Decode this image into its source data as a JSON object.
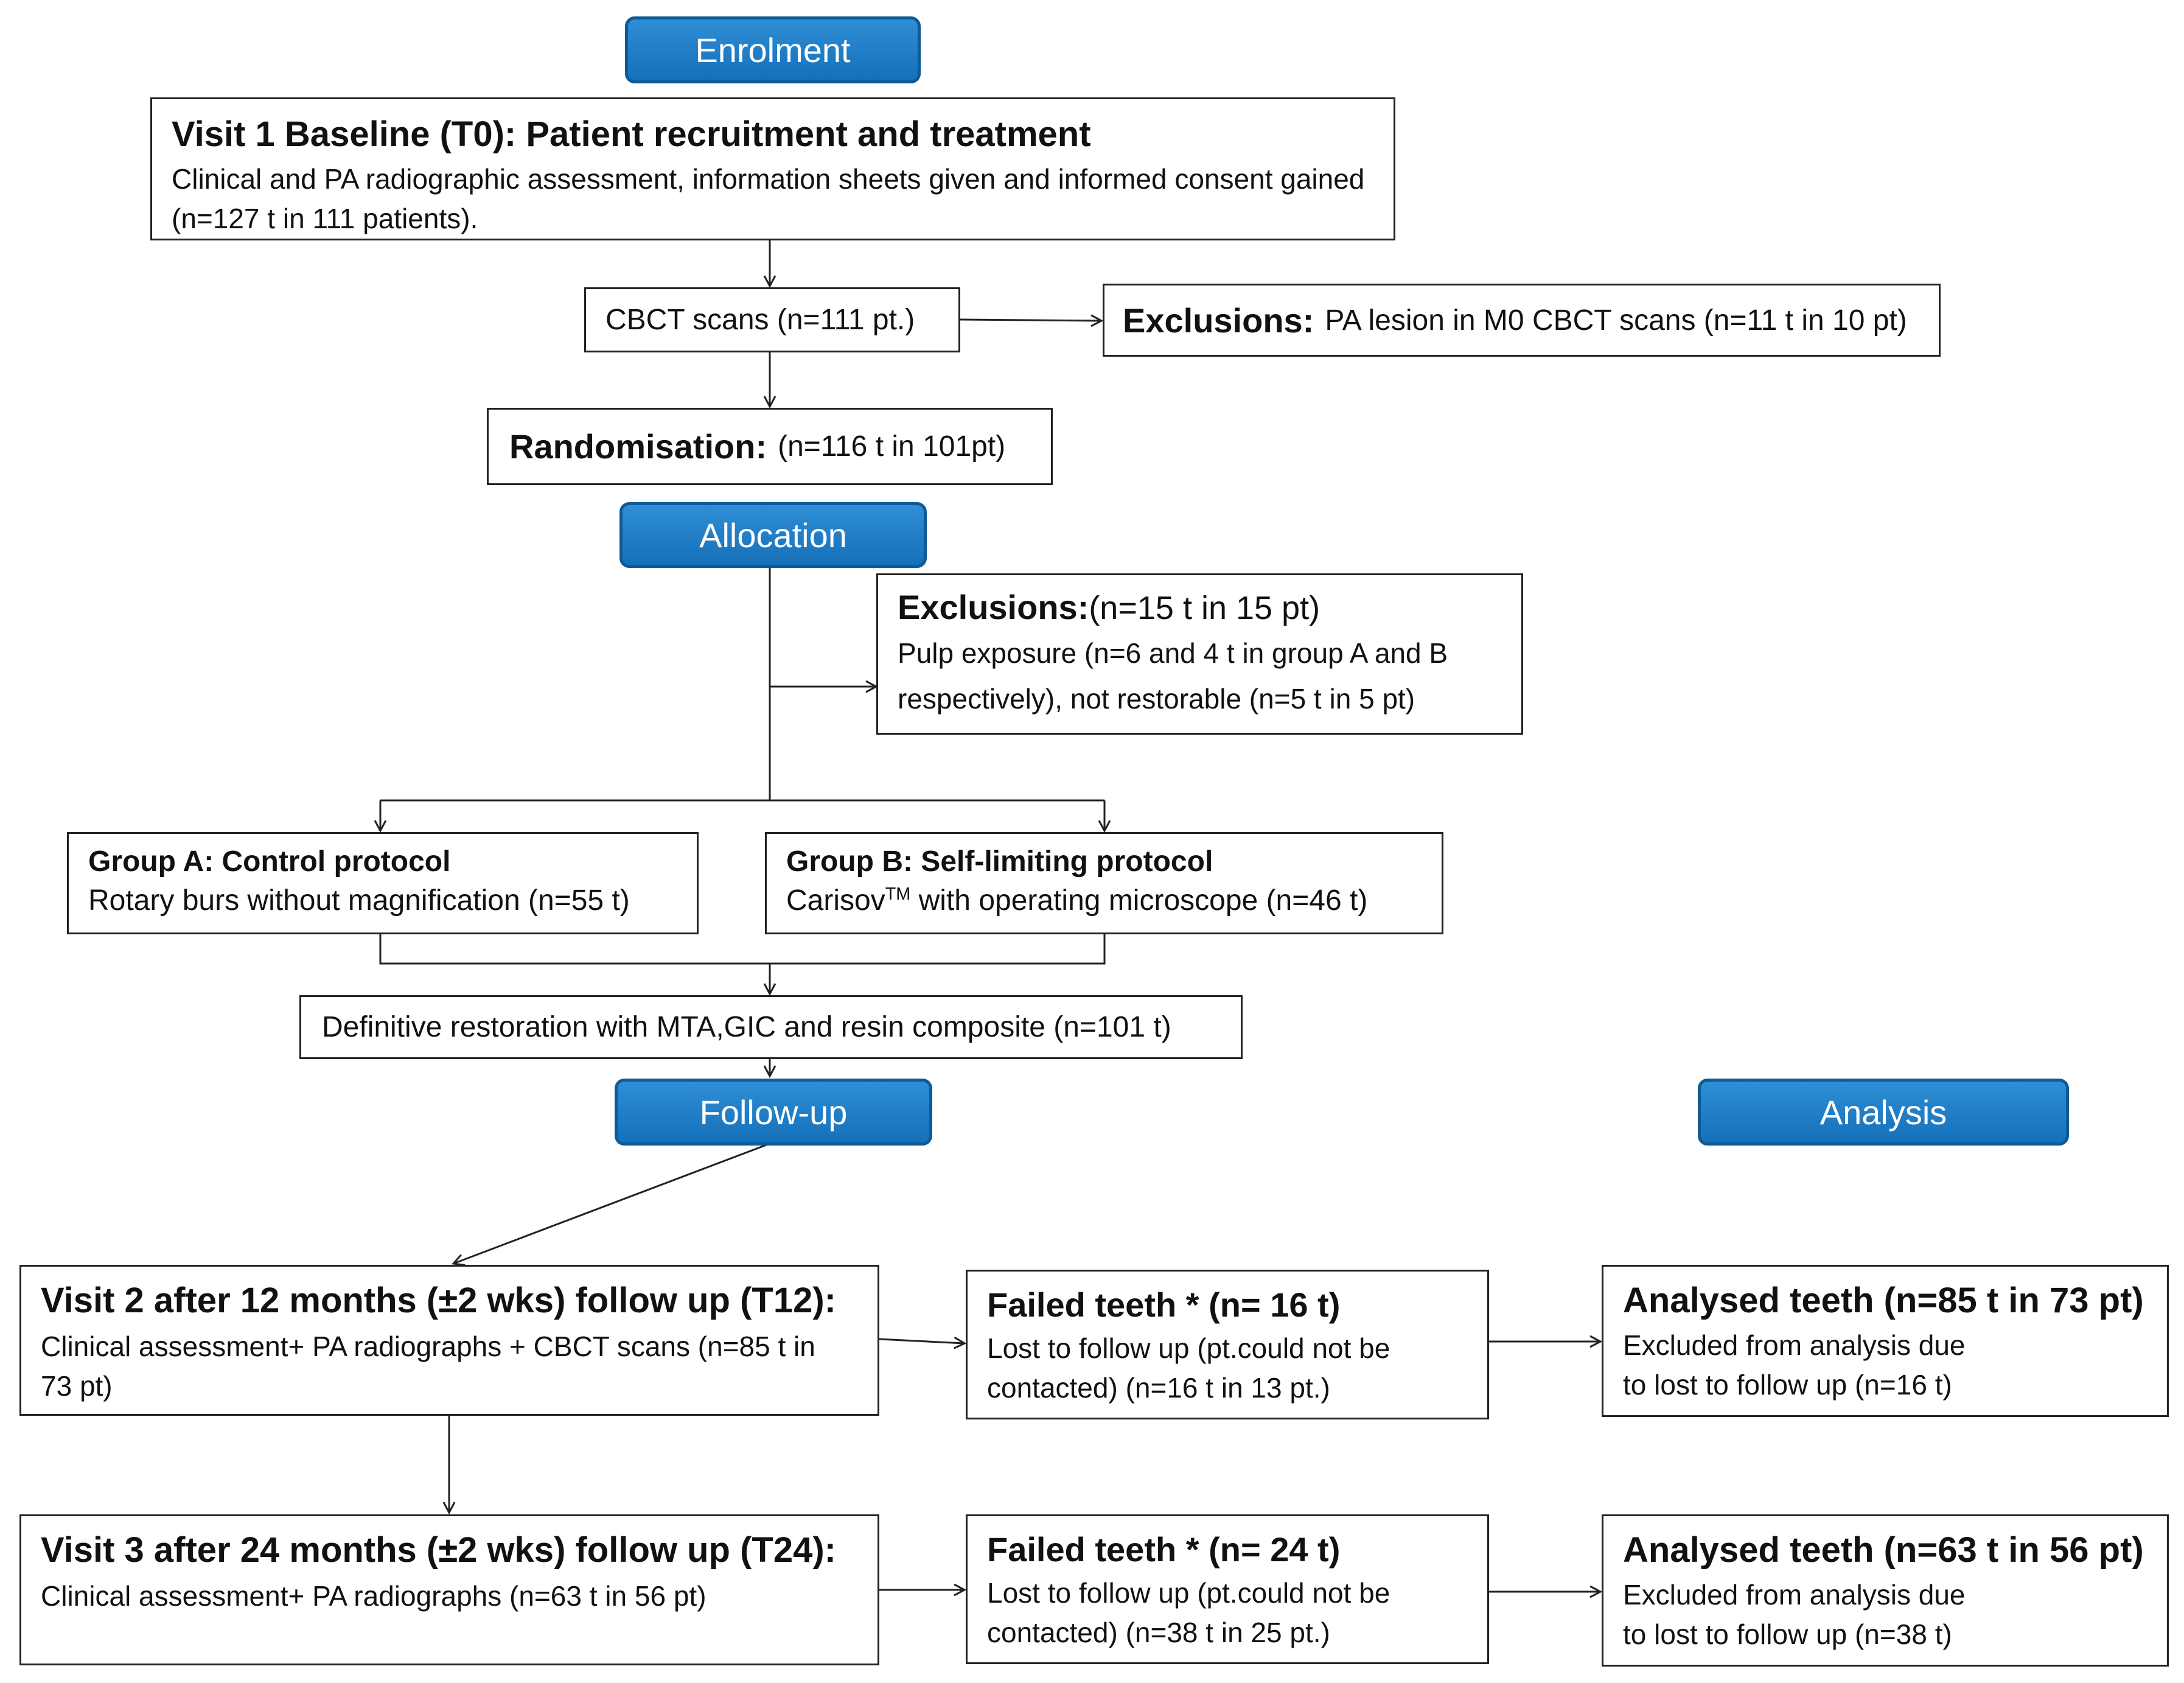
{
  "phases": {
    "enrolment": "Enrolment",
    "allocation": "Allocation",
    "follow_up": "Follow-up",
    "analysis": "Analysis"
  },
  "visit1": {
    "title": "Visit 1 Baseline (T0): Patient recruitment and treatment",
    "line1": "Clinical and PA radiographic assessment, information sheets given and informed consent gained",
    "line2": "(n=127 t in 111 patients)."
  },
  "cbct": {
    "label": "CBCT scans (n=111 pt.)"
  },
  "exclusions1": {
    "title": "Exclusions:",
    "text": "PA lesion in M0 CBCT scans (n=11 t in 10 pt)"
  },
  "randomisation": {
    "title": "Randomisation:",
    "text": "(n=116 t in 101pt)"
  },
  "exclusions2": {
    "title": "Exclusions:",
    "count": "(n=15 t in 15 pt)",
    "line1": "Pulp exposure (n=6 and 4 t in group A and B",
    "line2": "respectively), not restorable (n=5 t in 5 pt)"
  },
  "group_a": {
    "title": "Group A: Control protocol",
    "text": "Rotary burs without magnification (n=55 t)"
  },
  "group_b": {
    "title": "Group B: Self-limiting protocol",
    "brand": "Carisov",
    "tm": "TM",
    "text": " with operating microscope (n=46 t)"
  },
  "restoration": {
    "label": "Definitive restoration with MTA,GIC and resin composite (n=101 t)"
  },
  "visit2": {
    "title": "Visit 2 after 12 months (±2 wks) follow up (T12):",
    "line1": "Clinical assessment+ PA radiographs + CBCT scans (n=85 t in",
    "line2": "73 pt)"
  },
  "failed1": {
    "title": "Failed teeth * (n= 16 t)",
    "line1": "Lost to follow up (pt.could not be",
    "line2": "contacted) (n=16 t in 13 pt.)"
  },
  "analysed1": {
    "title": "Analysed teeth (n=85 t in 73 pt)",
    "line1": "Excluded from analysis due",
    "line2": "to lost to follow up (n=16 t)"
  },
  "visit3": {
    "title": "Visit 3 after 24 months (±2 wks) follow up (T24):",
    "line1": "Clinical assessment+ PA radiographs (n=63 t in 56 pt)"
  },
  "failed2": {
    "title": "Failed teeth * (n= 24 t)",
    "line1": "Lost to follow up (pt.could not be",
    "line2": "contacted) (n=38 t in 25 pt.)"
  },
  "analysed2": {
    "title": "Analysed teeth (n=63 t in 56 pt)",
    "line1": "Excluded from analysis due",
    "line2": "to lost to follow up (n=38 t)"
  }
}
